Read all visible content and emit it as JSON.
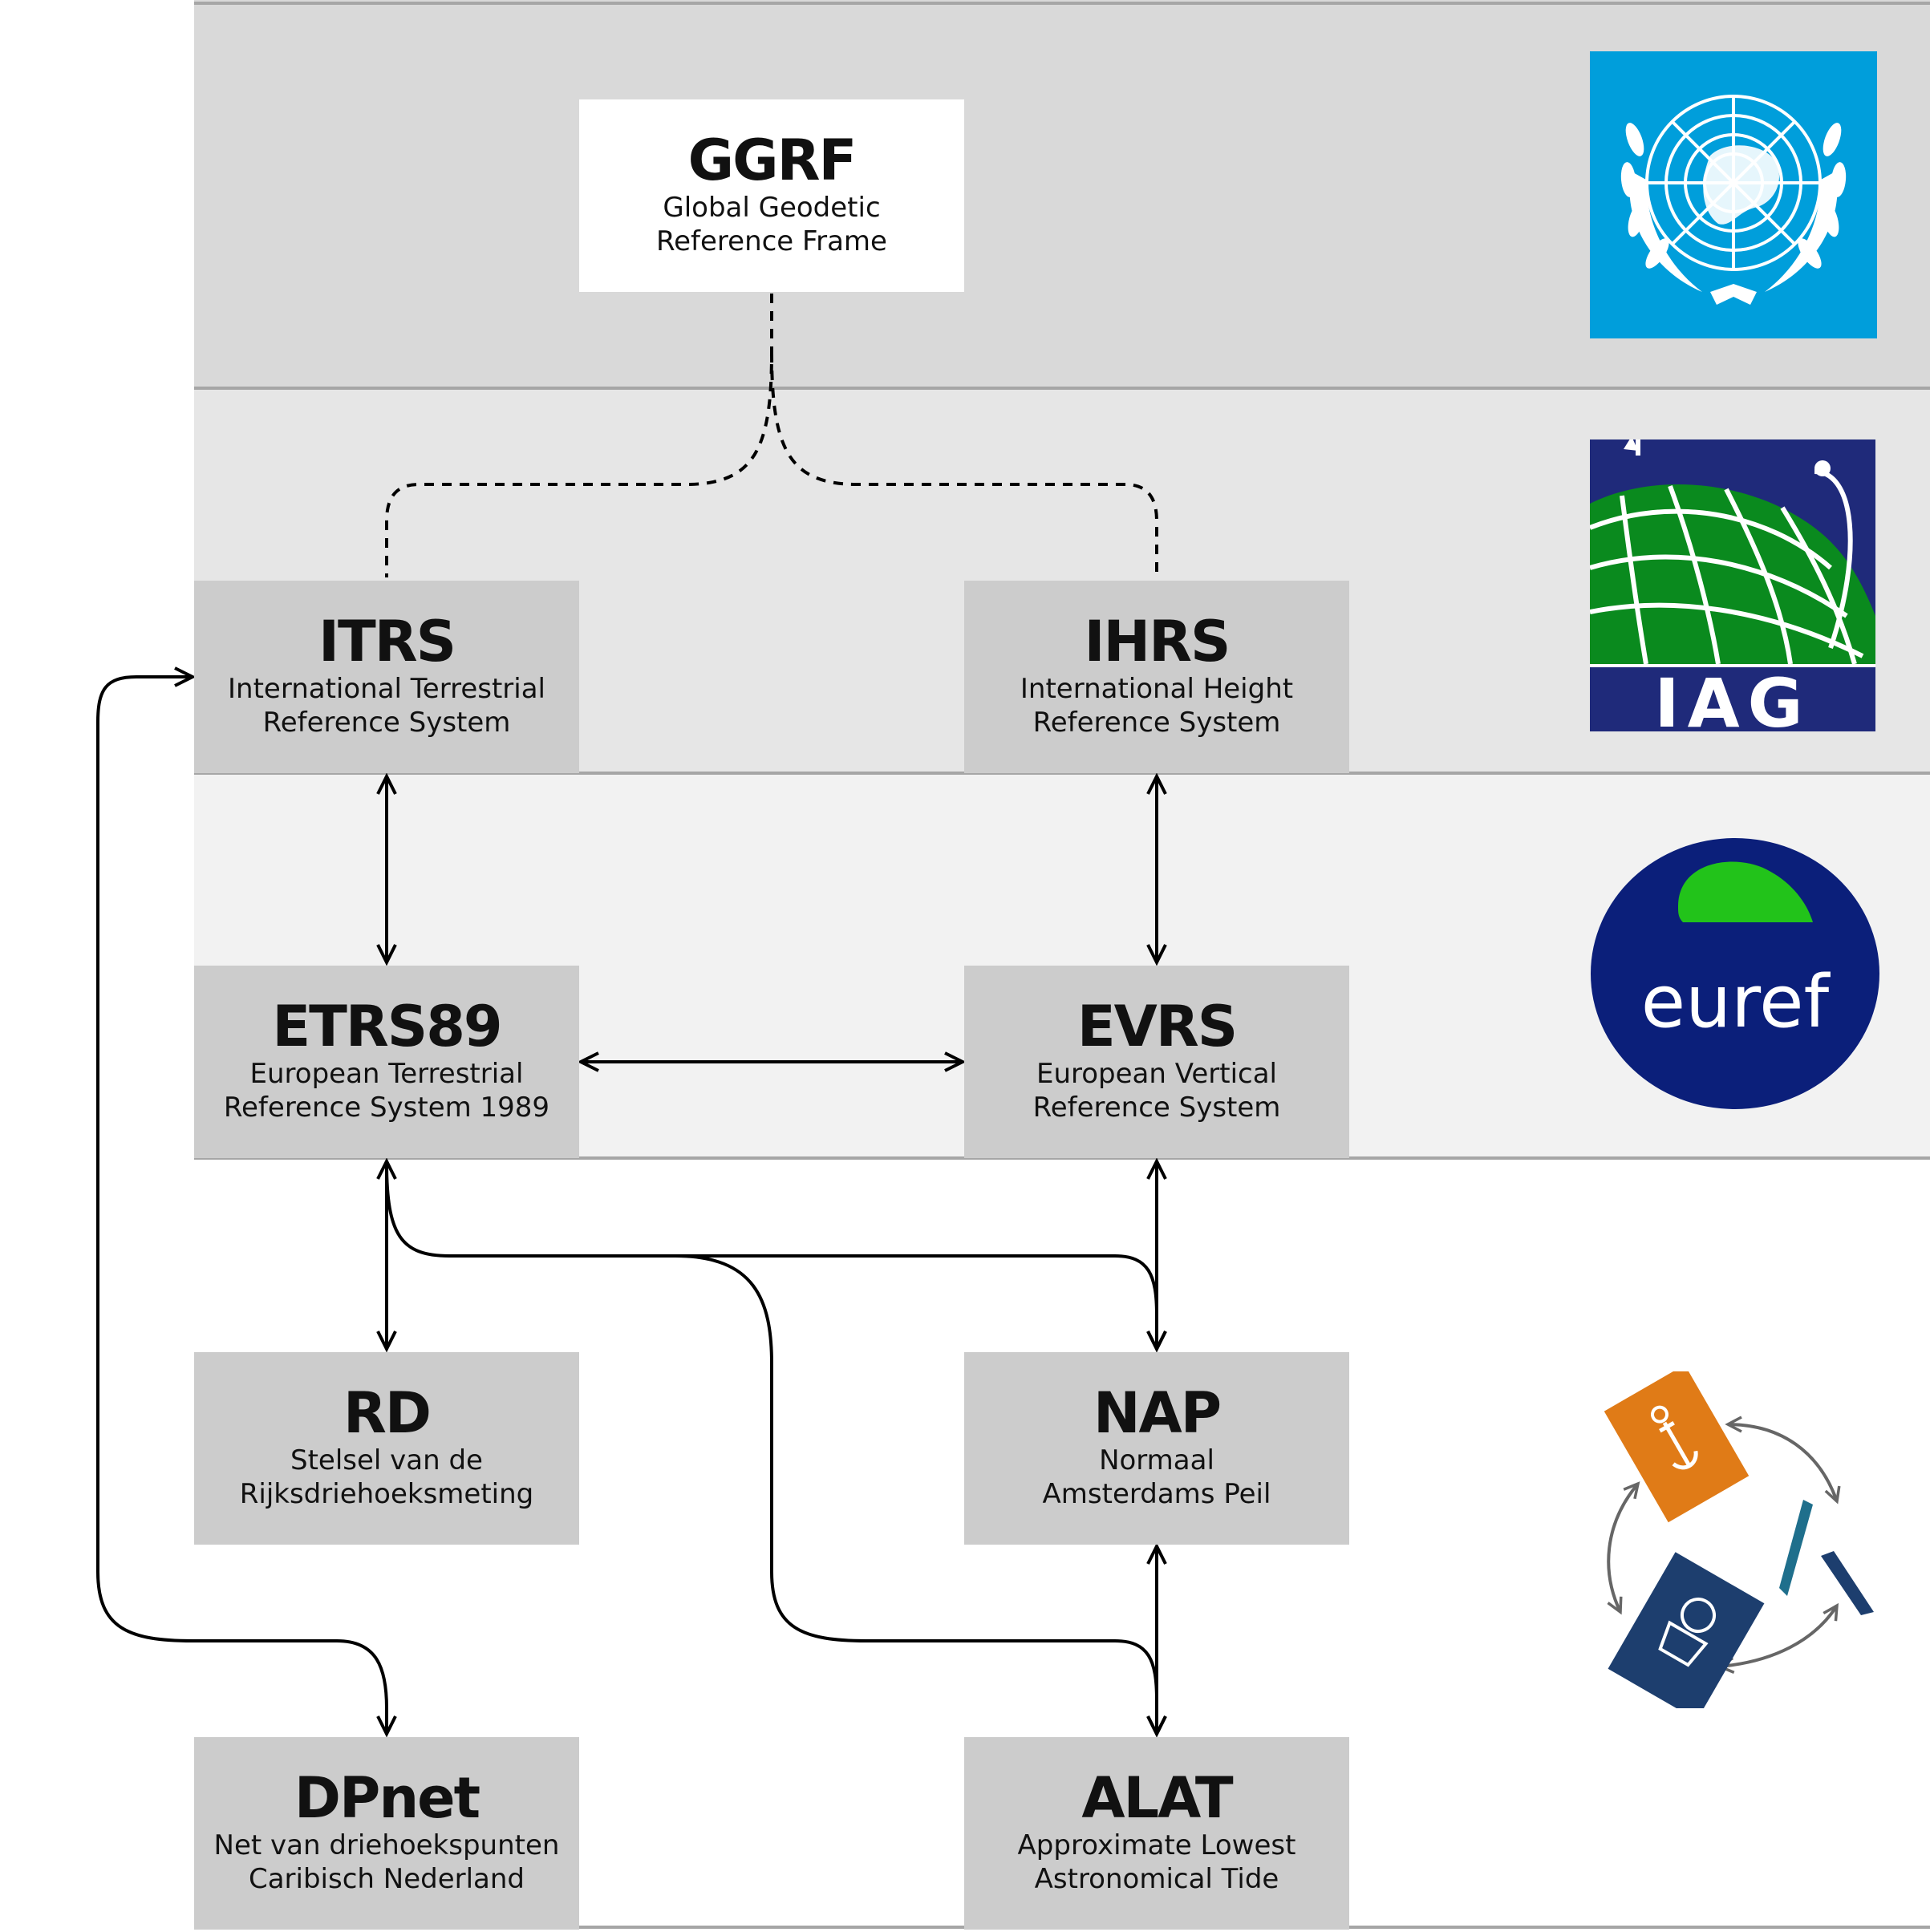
{
  "nodes": {
    "ggrf": {
      "abbr": "GGRF",
      "line1": "Global Geodetic",
      "line2": "Reference Frame"
    },
    "itrs": {
      "abbr": "ITRS",
      "line1": "International Terrestrial",
      "line2": "Reference System"
    },
    "ihrs": {
      "abbr": "IHRS",
      "line1": "International Height",
      "line2": "Reference System"
    },
    "etrs89": {
      "abbr": "ETRS89",
      "line1": "European Terrestrial",
      "line2": "Reference System 1989"
    },
    "evrs": {
      "abbr": "EVRS",
      "line1": "European Vertical",
      "line2": "Reference System"
    },
    "rd": {
      "abbr": "RD",
      "line1": "Stelsel van de",
      "line2": "Rijksdriehoeksmeting"
    },
    "nap": {
      "abbr": "NAP",
      "line1": "Normaal",
      "line2": "Amsterdams Peil"
    },
    "dpnet": {
      "abbr": "DPnet",
      "line1": "Net van driehoekspunten",
      "line2": "Caribisch Nederland"
    },
    "alat": {
      "abbr": "ALAT",
      "line1": "Approximate Lowest",
      "line2": "Astronomical Tide"
    }
  },
  "logos": {
    "iag_text": "IAG",
    "euref_text": "euref"
  },
  "colors": {
    "un_blue": "#009edb",
    "iag_navy": "#1f2a7a",
    "iag_green": "#0a8a1e",
    "euref_navy": "#0b1f7a",
    "euref_green": "#22c31a",
    "nl_orange": "#e07b17",
    "nl_blue": "#1d3e6e",
    "nl_teal": "#1f6f8c"
  }
}
